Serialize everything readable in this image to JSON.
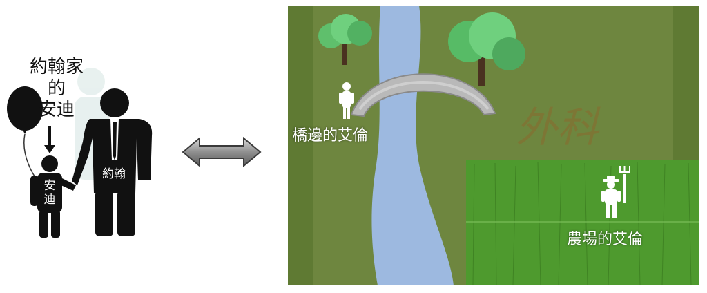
{
  "left": {
    "parent_label_lines": [
      "約翰家",
      "的",
      "安迪"
    ],
    "child_label_lines": [
      "安",
      "迪"
    ],
    "adult_label": "約翰"
  },
  "scene": {
    "bridge_person_label": "橋邊的艾倫",
    "farm_person_label": "農場的艾倫",
    "watermark_text": "外科"
  },
  "colors": {
    "silhouette": "#111111",
    "panel_green": "#5f7a33",
    "river": "#9db9e0",
    "grass": "#4e9a2e"
  }
}
